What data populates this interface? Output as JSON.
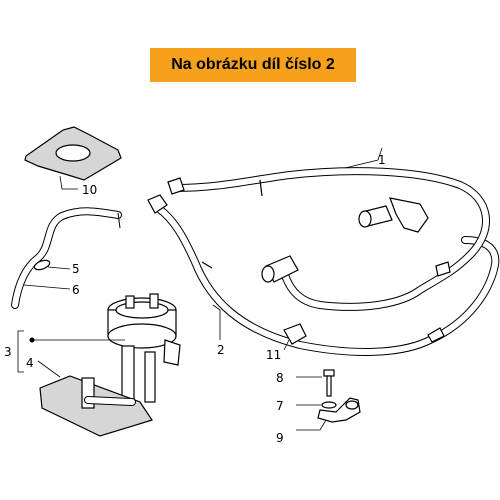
{
  "banner": {
    "text": "Na obrázku díl číslo 2",
    "color": "#f5a11c"
  },
  "callouts": {
    "c1": "1",
    "c2": "2",
    "c3": "3",
    "c4": "4",
    "c5": "5",
    "c6": "6",
    "c7": "7",
    "c8": "8",
    "c9": "9",
    "c10": "10",
    "c11": "11"
  }
}
